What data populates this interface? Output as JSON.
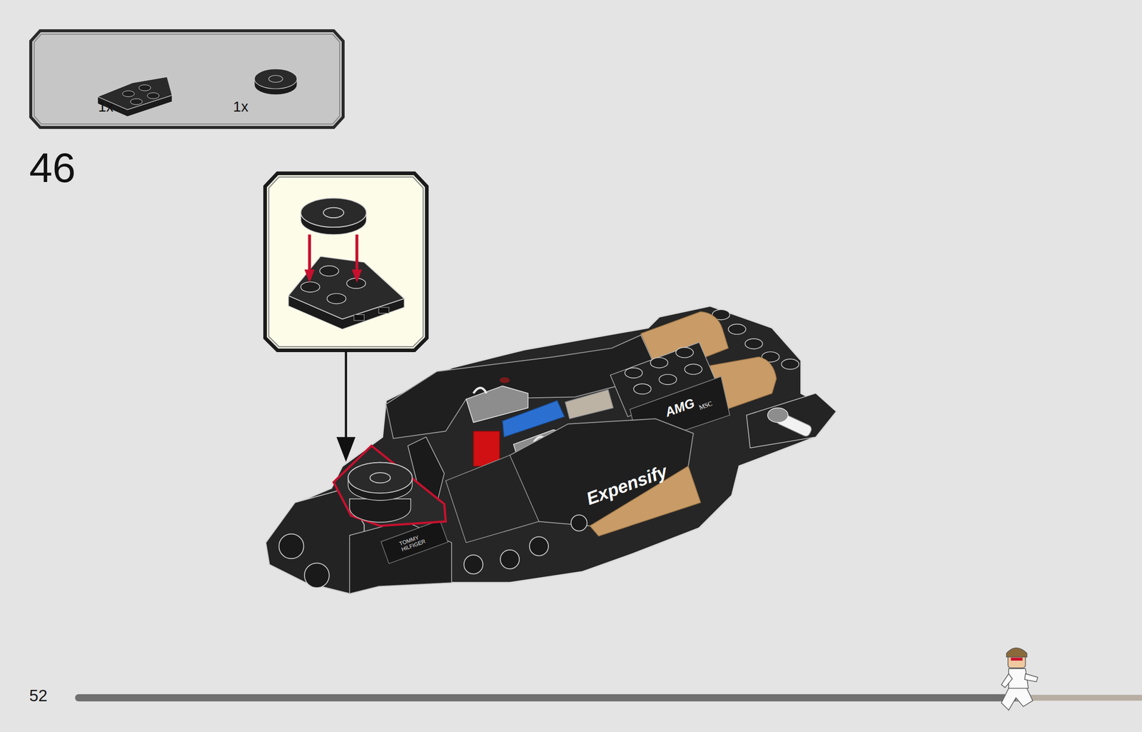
{
  "diagram": {
    "nodes": [
      {
        "text": [
          "1x",
          "1x"
        ]
      }
    ],
    "labels": [
      "46",
      "Expensify",
      "AMG",
      "MSC",
      "TOMMY HILFIGER",
      "52"
    ]
  }
}
